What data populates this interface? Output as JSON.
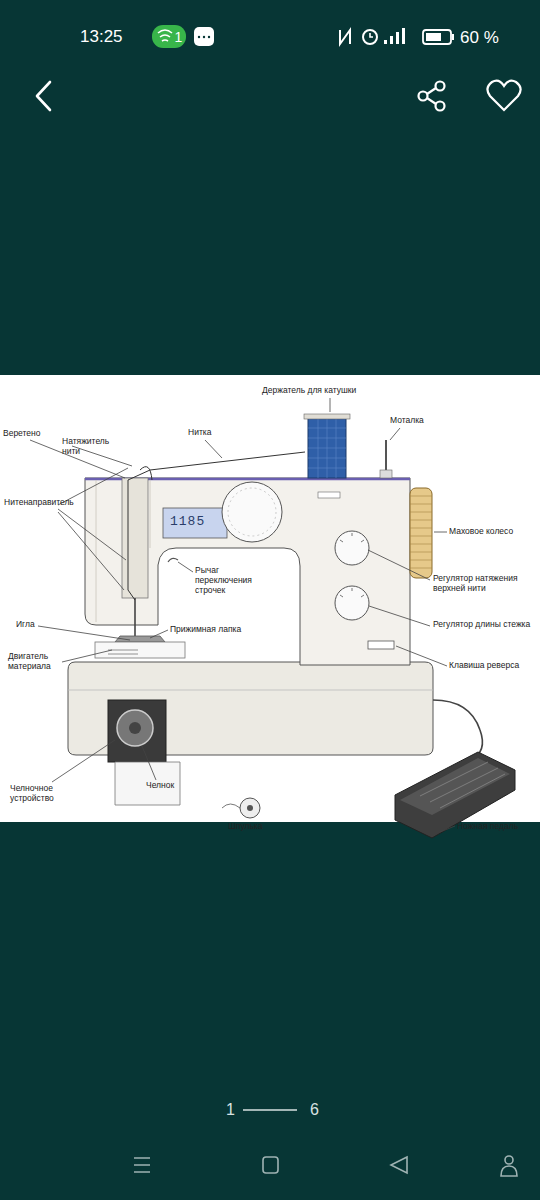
{
  "diagram": {
    "labels": [
      "13:25",
      "1",
      "60 %",
      "Держатель для катушки",
      "Нитка",
      "Моталка",
      "Веретено",
      "Натяжитель нити",
      "Нитенаправитель",
      "1185",
      "Рычаг переключения строчек",
      "Игла",
      "Прижимная лапка",
      "Двигатель материала",
      "Маховое колесо",
      "Регулятор натяжения верхней нити",
      "Регулятор длины стежка",
      "Клавиша реверса",
      "Челночное устройство",
      "Челнок",
      "Шпулька",
      "Ножная педаль",
      "1",
      "6"
    ]
  }
}
